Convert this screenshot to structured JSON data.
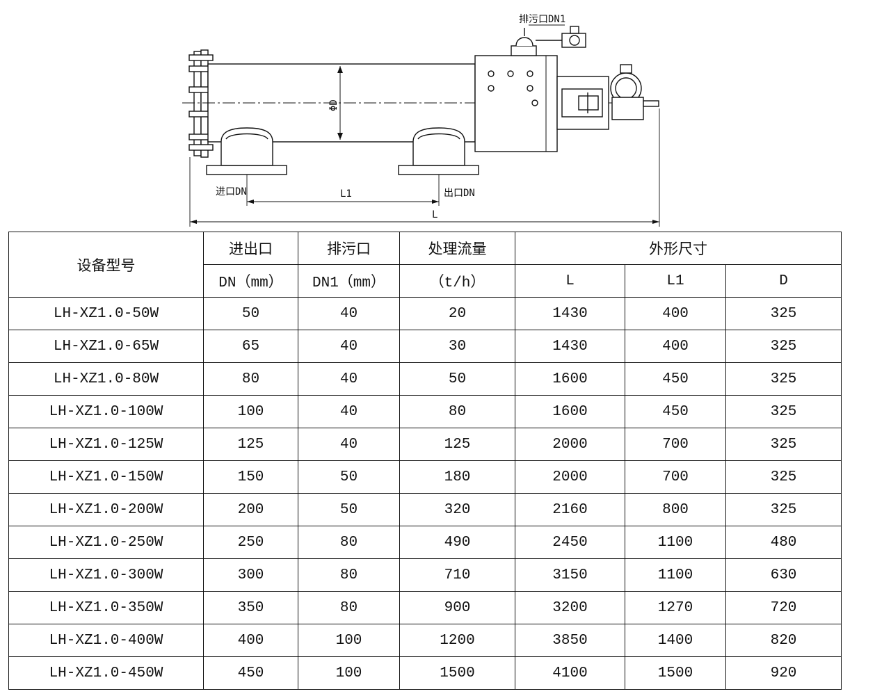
{
  "drawing": {
    "labels": {
      "drain": "排污口DN1",
      "inlet": "进口DN",
      "outlet": "出口DN",
      "l1": "L1",
      "l": "L",
      "diameter": "ΦD"
    }
  },
  "table": {
    "headers": {
      "model": "设备型号",
      "inlet_top": "进出口",
      "inlet_bottom": "DN（mm）",
      "drain_top": "排污口",
      "drain_bottom": "DN1（mm）",
      "flow_top": "处理流量",
      "flow_bottom": "（t/h）",
      "dims": "外形尺寸",
      "dim_l": "L",
      "dim_l1": "L1",
      "dim_d": "D"
    },
    "rows": [
      {
        "model": "LH-XZ1.0-50W",
        "dn": "50",
        "dn1": "40",
        "flow": "20",
        "l": "1430",
        "l1": "400",
        "d": "325"
      },
      {
        "model": "LH-XZ1.0-65W",
        "dn": "65",
        "dn1": "40",
        "flow": "30",
        "l": "1430",
        "l1": "400",
        "d": "325"
      },
      {
        "model": "LH-XZ1.0-80W",
        "dn": "80",
        "dn1": "40",
        "flow": "50",
        "l": "1600",
        "l1": "450",
        "d": "325"
      },
      {
        "model": "LH-XZ1.0-100W",
        "dn": "100",
        "dn1": "40",
        "flow": "80",
        "l": "1600",
        "l1": "450",
        "d": "325"
      },
      {
        "model": "LH-XZ1.0-125W",
        "dn": "125",
        "dn1": "40",
        "flow": "125",
        "l": "2000",
        "l1": "700",
        "d": "325"
      },
      {
        "model": "LH-XZ1.0-150W",
        "dn": "150",
        "dn1": "50",
        "flow": "180",
        "l": "2000",
        "l1": "700",
        "d": "325"
      },
      {
        "model": "LH-XZ1.0-200W",
        "dn": "200",
        "dn1": "50",
        "flow": "320",
        "l": "2160",
        "l1": "800",
        "d": "325"
      },
      {
        "model": "LH-XZ1.0-250W",
        "dn": "250",
        "dn1": "80",
        "flow": "490",
        "l": "2450",
        "l1": "1100",
        "d": "480"
      },
      {
        "model": "LH-XZ1.0-300W",
        "dn": "300",
        "dn1": "80",
        "flow": "710",
        "l": "3150",
        "l1": "1100",
        "d": "630"
      },
      {
        "model": "LH-XZ1.0-350W",
        "dn": "350",
        "dn1": "80",
        "flow": "900",
        "l": "3200",
        "l1": "1270",
        "d": "720"
      },
      {
        "model": "LH-XZ1.0-400W",
        "dn": "400",
        "dn1": "100",
        "flow": "1200",
        "l": "3850",
        "l1": "1400",
        "d": "820"
      },
      {
        "model": "LH-XZ1.0-450W",
        "dn": "450",
        "dn1": "100",
        "flow": "1500",
        "l": "4100",
        "l1": "1500",
        "d": "920"
      }
    ]
  }
}
